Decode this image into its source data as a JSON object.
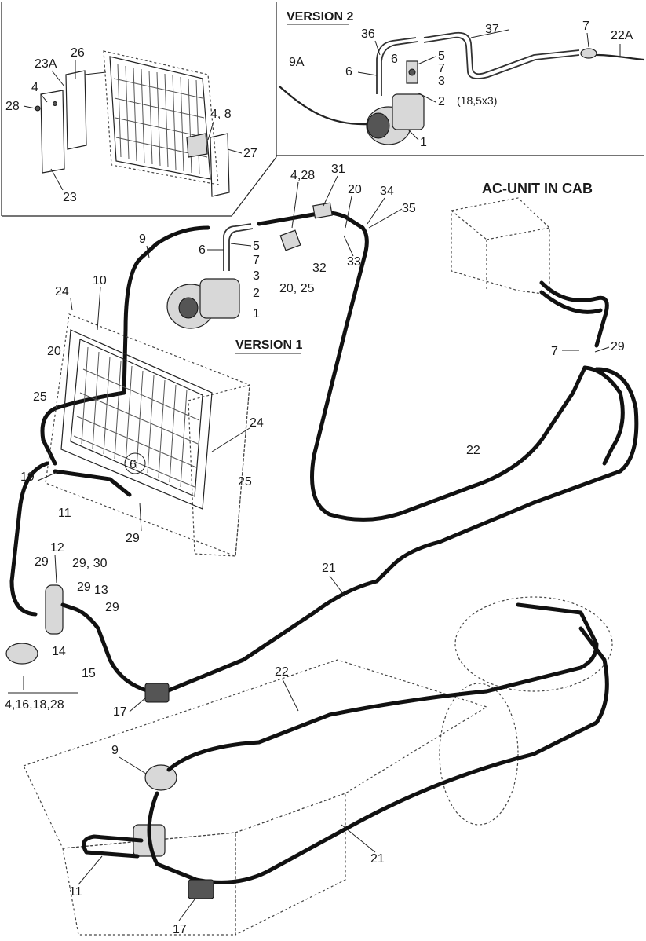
{
  "panels": {
    "version2_title": "VERSION 2",
    "version1_title": "VERSION 1",
    "ac_unit_title": "AC-UNIT IN CAB",
    "bracket_note": "(18,5x3)",
    "kit_label": "4,16,18,28"
  },
  "callouts": {
    "inset_left": [
      "23A",
      "26",
      "4",
      "28",
      "4, 8",
      "27",
      "23"
    ],
    "version2": [
      "36",
      "37",
      "7",
      "22A",
      "9A",
      "6",
      "6",
      "5",
      "7",
      "3",
      "2",
      "1"
    ],
    "version1": [
      "4,28",
      "31",
      "20",
      "34",
      "35",
      "9",
      "6",
      "5",
      "7",
      "3",
      "2",
      "1",
      "32",
      "33",
      "20, 25"
    ],
    "condenser": [
      "24",
      "10",
      "20",
      "25",
      "24",
      "25",
      "19",
      "6",
      "11",
      "29"
    ],
    "cab": [
      "7",
      "29",
      "22"
    ],
    "drier": [
      "12",
      "29",
      "29, 30",
      "29",
      "13",
      "29",
      "14",
      "15",
      "17"
    ],
    "lower": [
      "21",
      "22",
      "9",
      "21",
      "11",
      "17"
    ]
  }
}
